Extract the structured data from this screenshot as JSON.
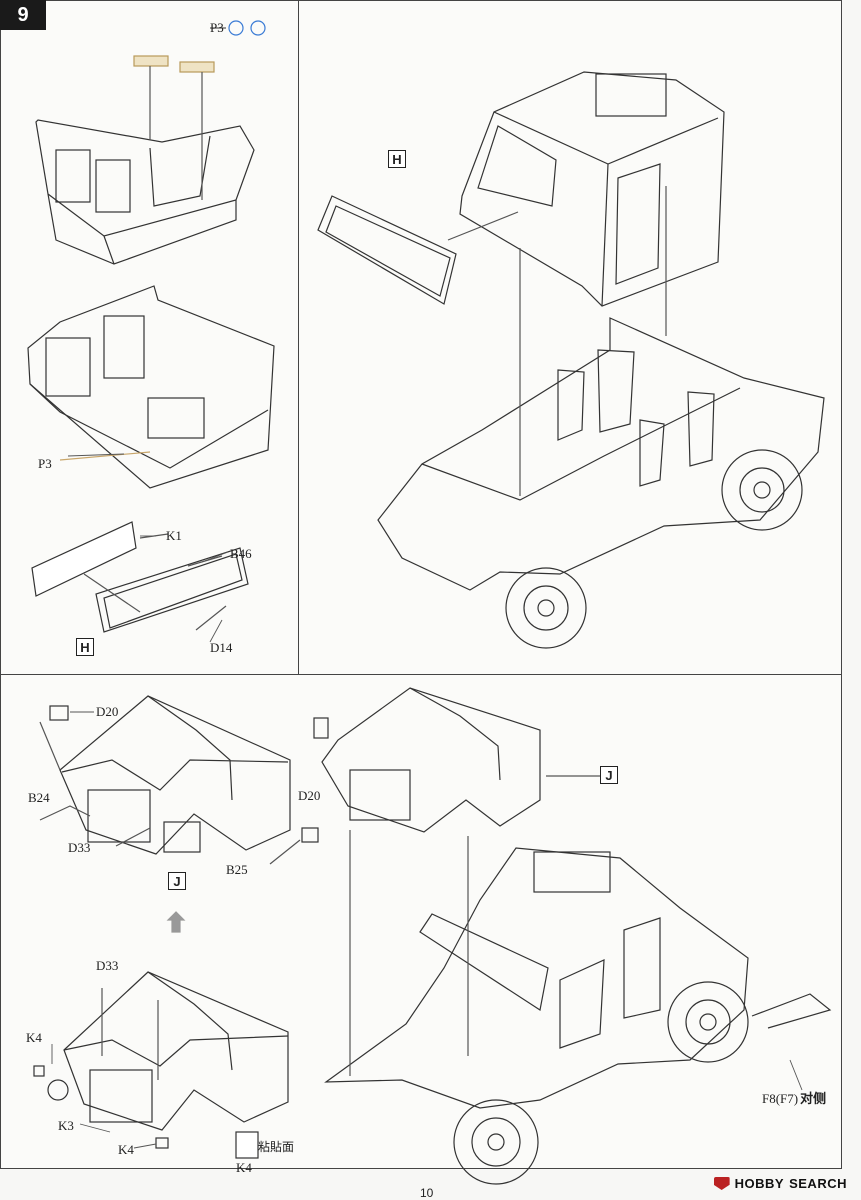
{
  "step": {
    "number": "9"
  },
  "labels": {
    "p3_top": "P3",
    "p3_left": "P3",
    "h_main": "H",
    "h_sub": "H",
    "k1": "K1",
    "b46": "B46",
    "d14": "D14",
    "d20_left": "D20",
    "d20_right": "D20",
    "b24": "B24",
    "b25": "B25",
    "d33_mid": "D33",
    "d33_bottom": "D33",
    "j_sub": "J",
    "j_main": "J",
    "k4_left": "K4",
    "k3": "K3",
    "k4_bottom": "K4",
    "k4_box": "K4",
    "glue_side": "粘貼面",
    "f8": "F8(F7)",
    "f8_note": "对侧"
  },
  "page_number": "10",
  "watermark": {
    "text": "HOBBY",
    "text2": "SEARCH"
  }
}
